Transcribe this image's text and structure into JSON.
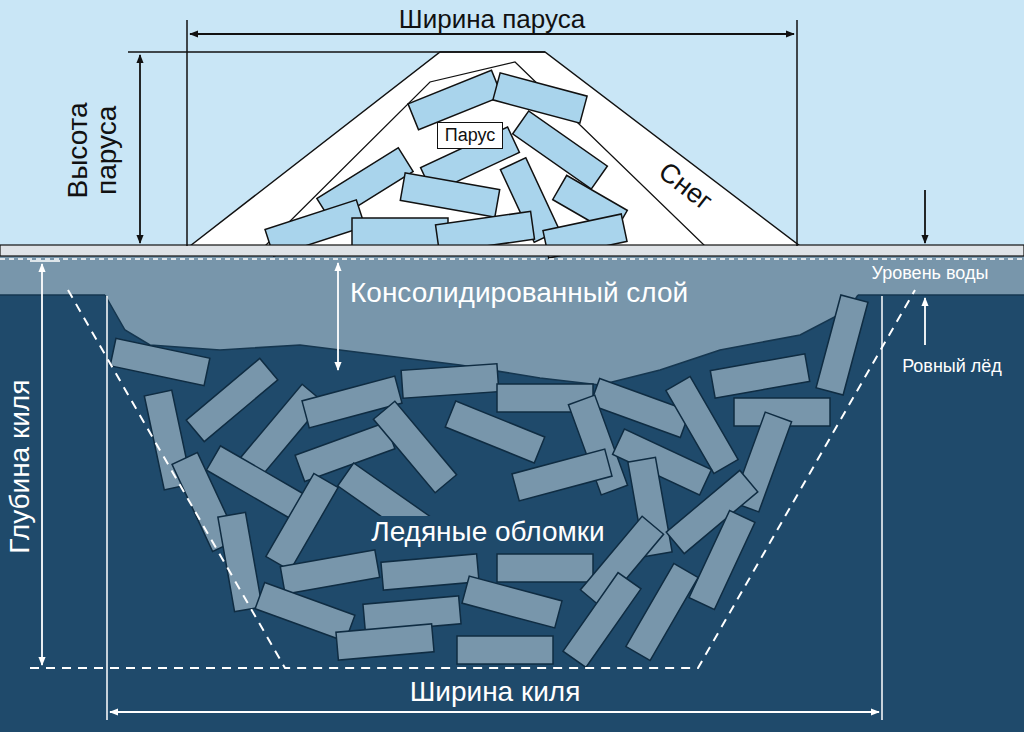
{
  "diagram": {
    "nodes": [
      {
        "text": [
          "Парус"
        ]
      }
    ],
    "labels": [
      "Ширина паруса",
      "Высота паруса",
      "Снег",
      "Уровень воды",
      "Консолидированный слой",
      "Ровный лёд",
      "Глубина киля",
      "Ледяные обломки",
      "Ширина киля"
    ]
  }
}
